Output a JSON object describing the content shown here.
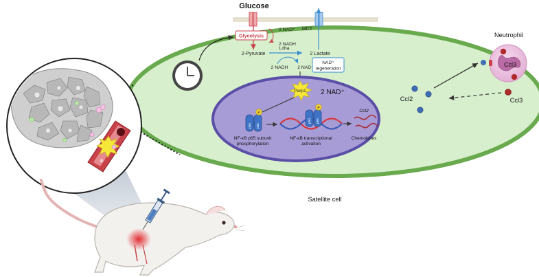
{
  "labels": {
    "glucose": "Glucose",
    "two_nad_plus_top": "2 NAD⁺",
    "glycolysis": "Glycolysis",
    "mct": "MCT",
    "two_nadh_top": "2 NADH",
    "ldha": "Ldha",
    "pyruvate": "2-Pyruvate",
    "lactate": "2 Lactate",
    "two_nadh_mid": "2 NADH",
    "two_nad_plus_mid": "2 NAD⁺",
    "nad_regeneration_line1": "NAD⁺",
    "nad_regeneration_line2": "regeneration",
    "parp1": "Parp1",
    "two_nad_plus_nucleus": "2 NAD⁺",
    "p": "P",
    "p50": "p50",
    "p65": "p65",
    "ccl2_gene": "Ccl2",
    "nfkb_phos_line1": "NF-κB p65 subunit",
    "nfkb_phos_line2": "phosphorylation",
    "nfkb_trans_line1": "NF-κB transcriptional",
    "nfkb_trans_line2": "activation",
    "chemokines": "Chemokines",
    "satellite_cell": "Satellite cell",
    "ccl2": "Ccl2",
    "ccl3_outside": "Ccl3",
    "neutrophil": "Neutrophil",
    "ccl3_neutrophil": "Ccl3"
  },
  "colors": {
    "cell_fill": "#d7efcc",
    "cell_border": "#6aaa4e",
    "nucleus_fill": "#a89cd6",
    "nucleus_border": "#5a4ea6",
    "glycolysis_red": "#c9424a",
    "arrow_blue": "#3b8ed0",
    "ccl2_blue": "#3f6db4",
    "ccl3_red": "#b02a2a",
    "neutrophil_pink": "#ecc3df",
    "parp_yellow": "#f6e83a"
  },
  "icons": [
    "clock-icon",
    "syringe-icon",
    "mouse-illustration",
    "muscle-tissue-inset",
    "blood-vessel-icon",
    "dna-helix-icon",
    "mrna-icon",
    "neutrophil-icon",
    "receptor-icon"
  ]
}
